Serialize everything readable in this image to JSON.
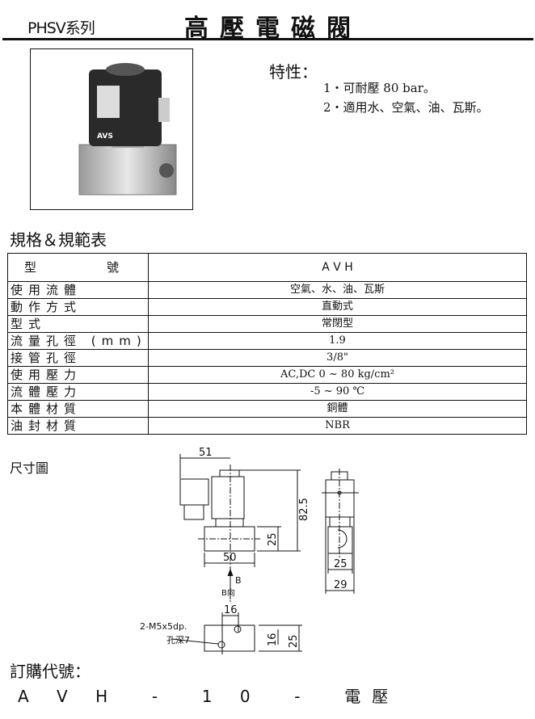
{
  "header": {
    "series": "PHSV系列",
    "title": "高壓電磁閥"
  },
  "features": {
    "title": "特性：",
    "items": [
      "1・可耐壓 80 bar。",
      "2・適用水、空氣、油、瓦斯。"
    ]
  },
  "spec": {
    "title": "規格＆規範表",
    "header": {
      "label": "型　　　　　號",
      "value": "A V H"
    },
    "rows": [
      {
        "label": "使用流體",
        "value": "空氣、水、油、瓦斯"
      },
      {
        "label": "動作方式",
        "value": "直動式"
      },
      {
        "label": "型式",
        "value": "常閉型"
      },
      {
        "label": "流量孔徑 (mm)",
        "value": "1.9"
      },
      {
        "label": "接管孔徑",
        "value": "3/8\""
      },
      {
        "label": "使用壓力",
        "value": "AC,DC  0 ~ 80 kg/cm²"
      },
      {
        "label": "流體壓力",
        "value": "-5 ~ 90 ℃"
      },
      {
        "label": "本體材質",
        "value": "銅體"
      },
      {
        "label": "油封材質",
        "value": "NBR"
      }
    ]
  },
  "dimensions": {
    "title": "尺寸圖",
    "d51": "51",
    "d825": "82.5",
    "d25": "25",
    "d50": "50",
    "b": "B",
    "b_dir": "B向",
    "d25b": "25",
    "d29": "29",
    "d16a": "16",
    "d16b": "16",
    "d25c": "25",
    "hole": "2-M5x5dp.",
    "depth": "孔深7"
  },
  "order": {
    "title": "訂購代號：",
    "code": "A V H  -  1 0  -  電壓"
  }
}
